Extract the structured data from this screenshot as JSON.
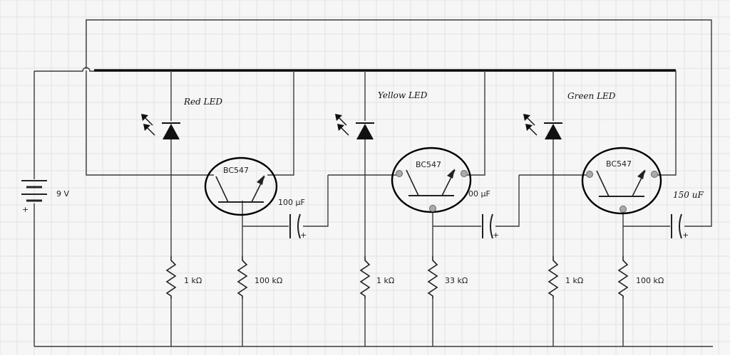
{
  "battery": {
    "label": "9 V",
    "plus": "+"
  },
  "stages": [
    {
      "led_label": "Red LED",
      "transistor": "BC547",
      "capacitor": "100 µF",
      "resistor_led": "1 kΩ",
      "resistor_base": "100 kΩ"
    },
    {
      "led_label": "Yellow LED",
      "transistor": "BC547",
      "capacitor": "00 µF",
      "resistor_led": "1 kΩ",
      "resistor_base": "33 kΩ"
    },
    {
      "led_label": "Green LED",
      "transistor": "BC547",
      "capacitor": "150 uF",
      "resistor_led": "1 kΩ",
      "resistor_base": "100 kΩ"
    }
  ],
  "cap_plus": "+",
  "colors": {
    "wire": "#3a3a3a",
    "bus": "#0a0a0a",
    "led": "#111111",
    "grid": "#e2e2e2"
  }
}
